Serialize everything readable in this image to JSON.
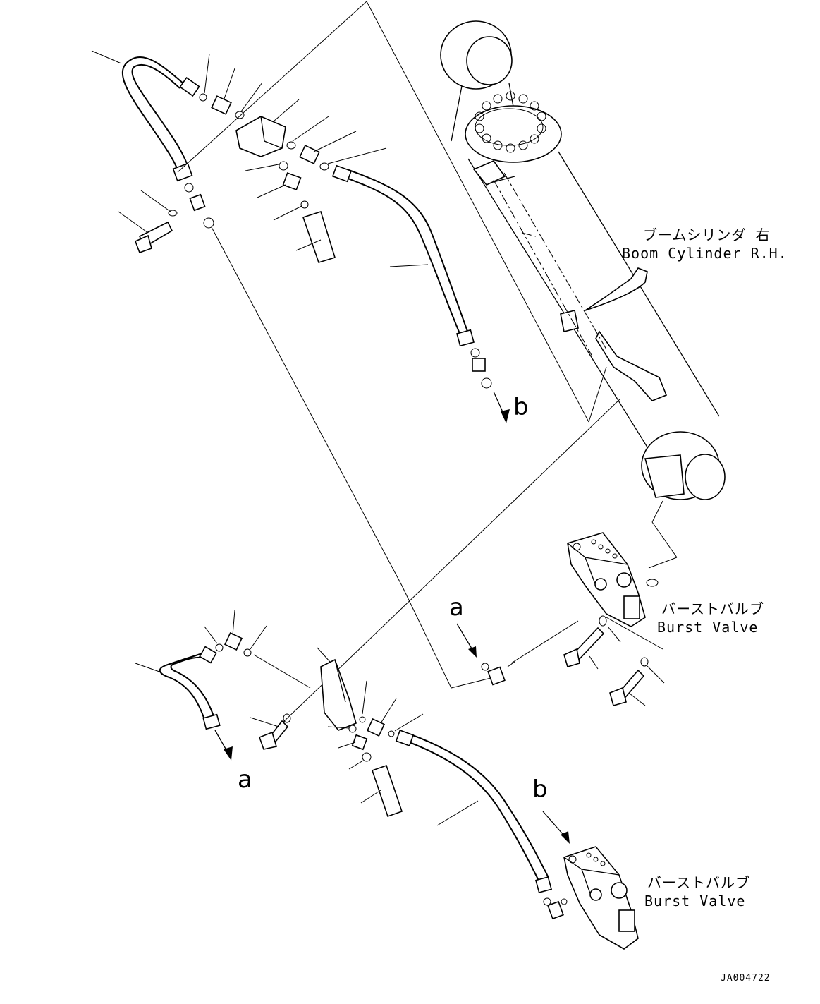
{
  "labels": {
    "boom_cylinder_jp": "ブームシリンダ 右",
    "boom_cylinder_en": "Boom Cylinder R.H.",
    "burst_valve_1_jp": "バーストバルブ",
    "burst_valve_1_en": "Burst Valve",
    "burst_valve_2_jp": "バーストバルブ",
    "burst_valve_2_en": "Burst Valve",
    "ref_a_upper": "a",
    "ref_a_lower": "a",
    "ref_b_upper": "b",
    "ref_b_lower": "b",
    "drawing_id": "JA004722"
  }
}
